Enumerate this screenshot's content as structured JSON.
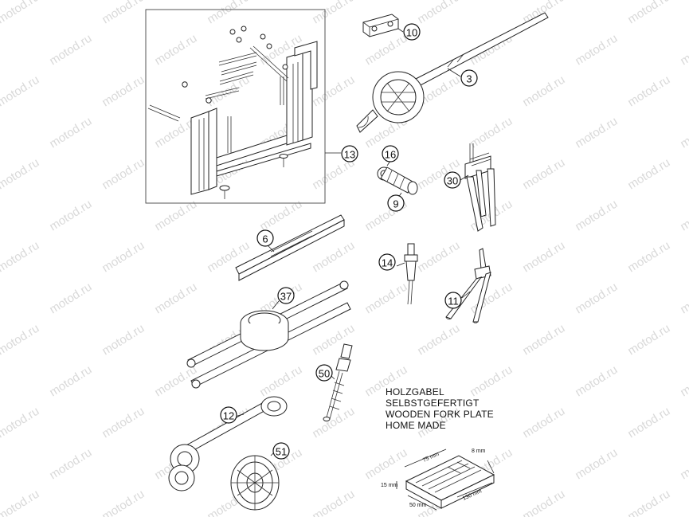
{
  "watermark": {
    "text": "motod.ru"
  },
  "callouts": [
    {
      "label": "10"
    },
    {
      "label": "3"
    },
    {
      "label": "13"
    },
    {
      "label": "16"
    },
    {
      "label": "9"
    },
    {
      "label": "30"
    },
    {
      "label": "6"
    },
    {
      "label": "14"
    },
    {
      "label": "37"
    },
    {
      "label": "11"
    },
    {
      "label": "50"
    },
    {
      "label": "12"
    },
    {
      "label": "51"
    }
  ],
  "note": {
    "lines": [
      "HOLZGABEL",
      "SELBSTGEFERTIGT",
      "WOODEN FORK PLATE",
      "HOME MADE"
    ]
  },
  "dimensions": {
    "d75": "75 mm",
    "d8": "8 mm",
    "d15": "15 mm",
    "d50": "50 mm",
    "d130": "130 mm"
  }
}
